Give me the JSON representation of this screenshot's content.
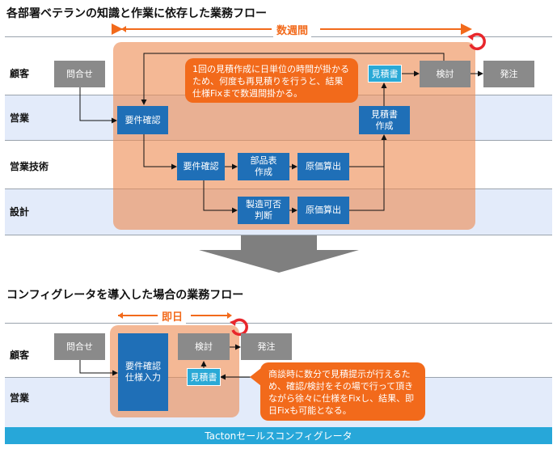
{
  "top": {
    "title": "各部署ベテランの知識と作業に依存した業務フロー",
    "duration": "数週間",
    "lanes": [
      "顧客",
      "営業",
      "営業技術",
      "設計"
    ],
    "nodes": {
      "inquiry": "問合せ",
      "req_sales": "要件確認",
      "req_se": "要件確認",
      "bom": "部品表\n作成",
      "cost1": "原価算出",
      "feasibility": "製造可否\n判断",
      "cost2": "原価算出",
      "quote_create": "見積書\n作成",
      "quote_tag": "見積書",
      "review": "検討",
      "order": "発注"
    },
    "callout": "1回の見積作成に日単位の時間が掛かるため、何度も再見積りを行うと、結果仕様Fixまで数週間掛かる。"
  },
  "bottom": {
    "title": "コンフィグレータを導入した場合の業務フロー",
    "duration": "即日",
    "lanes": [
      "顧客",
      "営業"
    ],
    "nodes": {
      "inquiry": "問合せ",
      "req_spec": "要件確認\n仕様入力",
      "review": "検討",
      "quote_tag": "見積書",
      "order": "発注"
    },
    "callout": "商談時に数分で見積提示が行えるため、確認/検討をその場で行って頂きながら徐々に仕様をFixし、結果、即日Fixも可能となる。",
    "footer": "Tactonセールスコンフィグレータ"
  },
  "colors": {
    "orange": "#f26a1b",
    "zone": "#ee8d54",
    "blue": "#1f6fb7",
    "gray": "#8a8a8a",
    "cyan": "#27a7d9",
    "lane_tint": "#e3ebfa"
  },
  "icons": [
    "cycle-arrow-icon",
    "down-arrow-icon"
  ]
}
